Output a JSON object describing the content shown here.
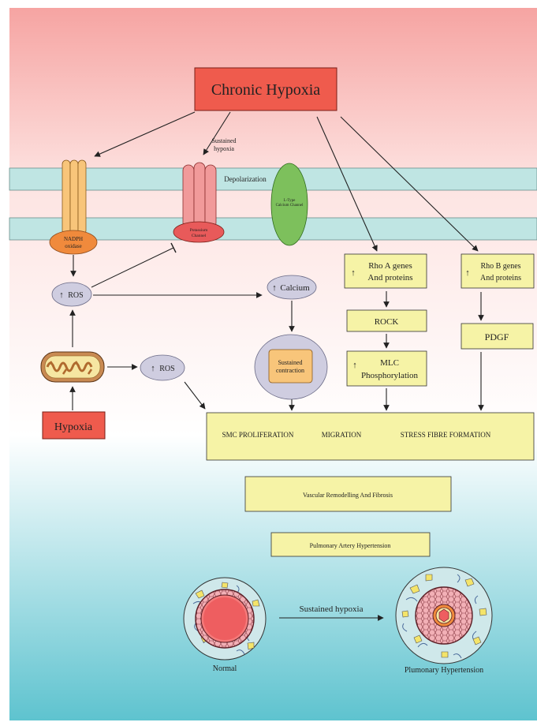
{
  "colors": {
    "bg_top": "#f6a4a2",
    "bg_mid": "#ffffff",
    "bg_bottom": "#5ec3cf",
    "membrane": "#bfe5e3",
    "box_fill": "#f6f3a6",
    "hypoxia_red": "#ef5b4d",
    "ros_fill": "#cfcde0",
    "nadph_body": "#f8c57a",
    "nadph_base": "#f08a3c",
    "potassium_body": "#f19a9a",
    "potassium_base": "#e85a5a",
    "calcium_channel": "#7dc05c",
    "contraction_fill": "#f8c57a"
  },
  "header": {
    "chronic_hypoxia": "Chronic Hypoxia"
  },
  "membrane": {
    "depolarization": "Depolarization",
    "sustained_hypoxia_line1": "Sustained",
    "sustained_hypoxia_line2": "hypoxia",
    "nadph_line1": "NADPH",
    "nadph_line2": "oxidase",
    "potassium_line1": "Potassium",
    "potassium_line2": "Channel",
    "ltype_line1": "L-Type",
    "ltype_line2": "Calcium Channel"
  },
  "nodes": {
    "ros_upper": "ROS",
    "ros_lower": "ROS",
    "calcium": "Calcium",
    "sustained_contraction_line1": "Sustained",
    "sustained_contraction_line2": "contraction",
    "hypoxia": "Hypoxia",
    "up_arrow": "↑",
    "rho_a_line1": "Rho A genes",
    "rho_a_line2": "And proteins",
    "rock": "ROCK",
    "mlc_line1": "MLC",
    "mlc_line2": "Phosphorylation",
    "rho_b_line1": "Rho B genes",
    "rho_b_line2": "And proteins",
    "pdgf": "PDGF"
  },
  "outcomes": {
    "smc_proliferation": "SMC  PROLIFERATION",
    "migration": "MIGRATION",
    "stress_fibre": "STRESS FIBRE FORMATION",
    "vascular_remodelling": "Vascular Remodelling And Fibrosis",
    "pah": "Pulmonary Artery Hypertension"
  },
  "vessels": {
    "sustained_hypoxia": "Sustained hypoxia",
    "normal": "Normal",
    "plumonary_hypertension": "Plumonary Hypertension"
  }
}
